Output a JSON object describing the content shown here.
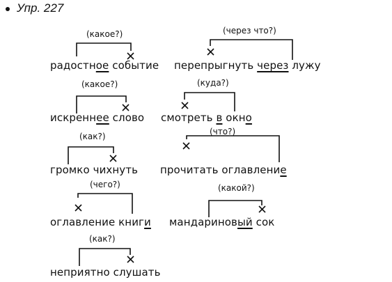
{
  "title": "Упр. 227",
  "items": [
    {
      "question": "(какое?)",
      "parts": [
        {
          "t": "радостн",
          "u": false
        },
        {
          "t": "ое",
          "u": true
        },
        {
          "t": " событие",
          "u": false
        }
      ]
    },
    {
      "question": "(через что?)",
      "parts": [
        {
          "t": "перепрыгнуть ",
          "u": false
        },
        {
          "t": "через",
          "u": true
        },
        {
          "t": " лужу",
          "u": false
        },
        {
          "t": "",
          "u": false
        }
      ]
    },
    {
      "question": "(какое?)",
      "parts": [
        {
          "t": "искренн",
          "u": false
        },
        {
          "t": "ее",
          "u": true
        },
        {
          "t": " слово",
          "u": false
        }
      ]
    },
    {
      "question": "(куда?)",
      "parts": [
        {
          "t": "смотреть ",
          "u": false
        },
        {
          "t": "в",
          "u": true
        },
        {
          "t": " окн",
          "u": false
        },
        {
          "t": "о",
          "u": true
        }
      ]
    },
    {
      "question": "(как?)",
      "parts": [
        {
          "t": "громко чихнуть",
          "u": false
        }
      ]
    },
    {
      "question": "(что?)",
      "parts": [
        {
          "t": "прочитать оглавлени",
          "u": false
        },
        {
          "t": "е",
          "u": true
        }
      ]
    },
    {
      "question": "(чего?)",
      "parts": [
        {
          "t": "оглавление книг",
          "u": false
        },
        {
          "t": "и",
          "u": true
        }
      ]
    },
    {
      "question": "(какой?)",
      "parts": [
        {
          "t": "мандаринов",
          "u": false
        },
        {
          "t": "ый",
          "u": true
        },
        {
          "t": " сок",
          "u": false
        }
      ]
    },
    {
      "question": "(как?)",
      "parts": [
        {
          "t": "неприятно слушать",
          "u": false
        }
      ]
    }
  ],
  "lu": "у"
}
